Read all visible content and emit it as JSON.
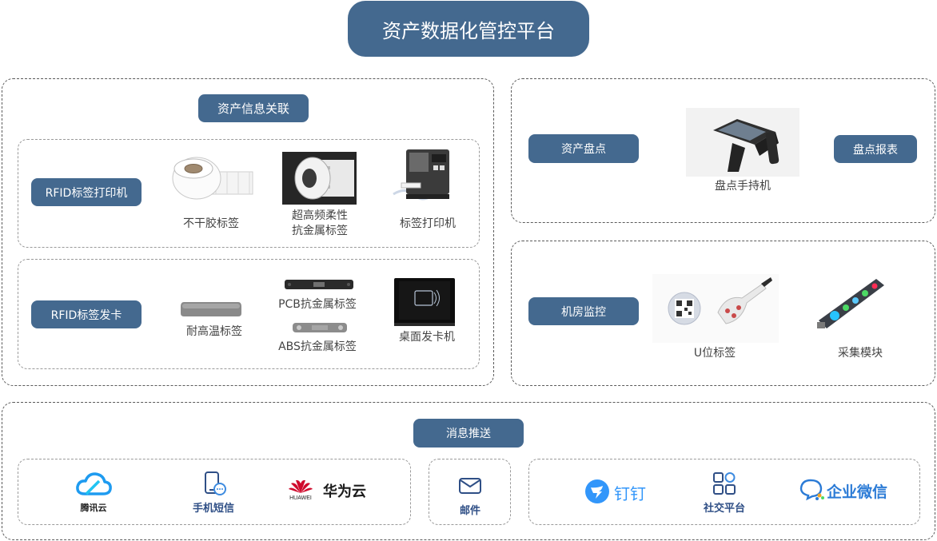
{
  "title": "资产数据化管控平台",
  "asset_association": {
    "header": "资产信息关联",
    "printer_row": {
      "label": "RFID标签打印机",
      "items": {
        "adhesive": "不干胶标签",
        "uhf_line1": "超高频柔性",
        "uhf_line2": "抗金属标签",
        "printer": "标签打印机"
      }
    },
    "card_row": {
      "label": "RFID标签发卡",
      "items": {
        "high_temp": "耐高温标签",
        "pcb": "PCB抗金属标签",
        "abs": "ABS抗金属标签",
        "desktop": "桌面发卡机"
      }
    }
  },
  "inventory": {
    "left_label": "资产盘点",
    "right_label": "盘点报表",
    "device_caption": "盘点手持机"
  },
  "server_room": {
    "label": "机房监控",
    "u_tag": "U位标签",
    "module": "采集模块"
  },
  "messaging": {
    "header": "消息推送",
    "tencent": "腾讯云",
    "sms": "手机短信",
    "huawei_small": "HUAWEI",
    "huawei": "华为云",
    "mail": "邮件",
    "dingtalk": "钉钉",
    "social": "社交平台",
    "wecom": "企业微信"
  },
  "colors": {
    "pill": "#44698f",
    "brand_blue": "#2f4f86",
    "dingtalk": "#3296fa",
    "wecom": "#2b7bd6"
  }
}
